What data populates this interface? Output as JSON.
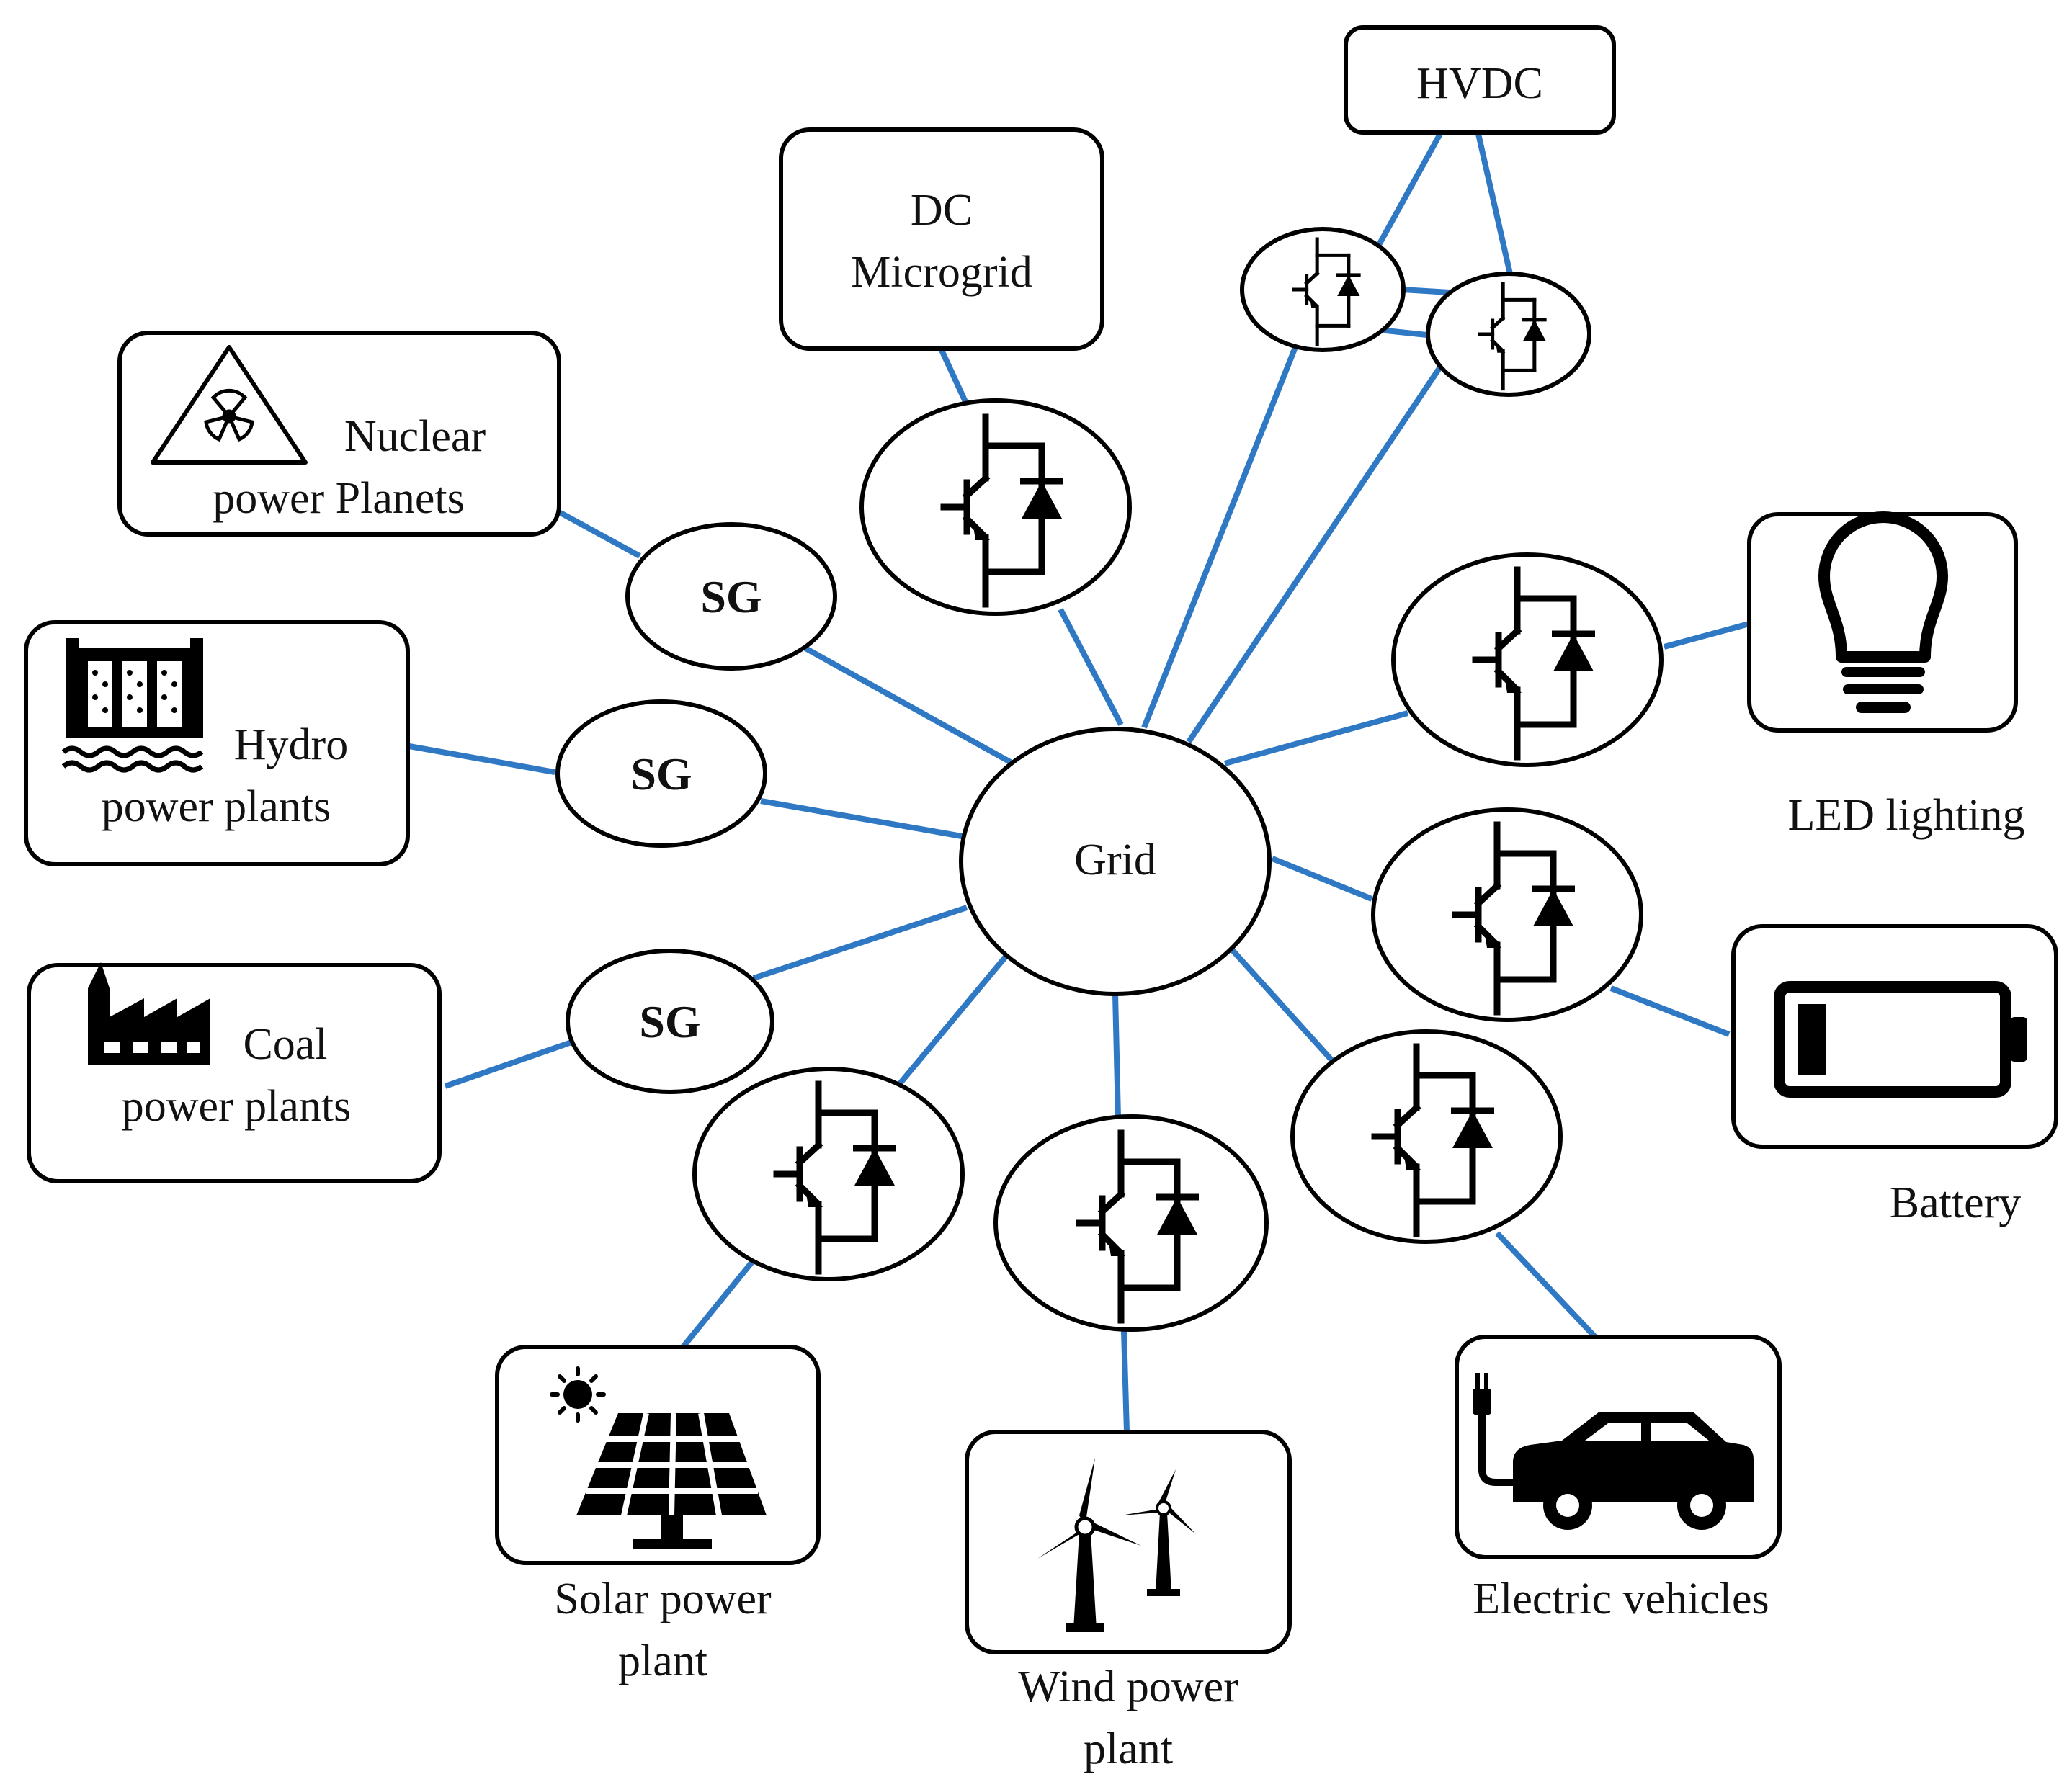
{
  "hub": {
    "label": "Grid"
  },
  "sources": [
    {
      "id": "nuclear",
      "lines": [
        "Nuclear",
        "power Planets"
      ],
      "converter": "SG",
      "icon": "radiation-icon"
    },
    {
      "id": "hydro",
      "lines": [
        "Hydro",
        "power plants"
      ],
      "converter": "SG",
      "icon": "dam-icon"
    },
    {
      "id": "coal",
      "lines": [
        "Coal",
        "power plants"
      ],
      "converter": "SG",
      "icon": "factory-icon"
    },
    {
      "id": "dc-microgrid",
      "lines": [
        "DC",
        "Microgrid"
      ],
      "converter": "IGBT"
    },
    {
      "id": "hvdc",
      "lines": [
        "HVDC"
      ],
      "converter": "IGBT-pair"
    },
    {
      "id": "solar",
      "lines": [
        "Solar power",
        "plant"
      ],
      "converter": "IGBT",
      "icon": "solar-panel-icon"
    },
    {
      "id": "wind",
      "lines": [
        "Wind power",
        "plant"
      ],
      "converter": "IGBT",
      "icon": "wind-turbine-icon"
    },
    {
      "id": "ev",
      "lines": [
        "Electric vehicles"
      ],
      "converter": "IGBT",
      "icon": "electric-car-icon"
    },
    {
      "id": "battery",
      "lines": [
        "Battery"
      ],
      "converter": "IGBT",
      "icon": "battery-icon"
    },
    {
      "id": "led",
      "lines": [
        "LED lighting"
      ],
      "converter": "IGBT",
      "icon": "light-bulb-icon"
    }
  ],
  "colors": {
    "link": "#2f78c4",
    "stroke": "#000000",
    "background": "#ffffff"
  }
}
